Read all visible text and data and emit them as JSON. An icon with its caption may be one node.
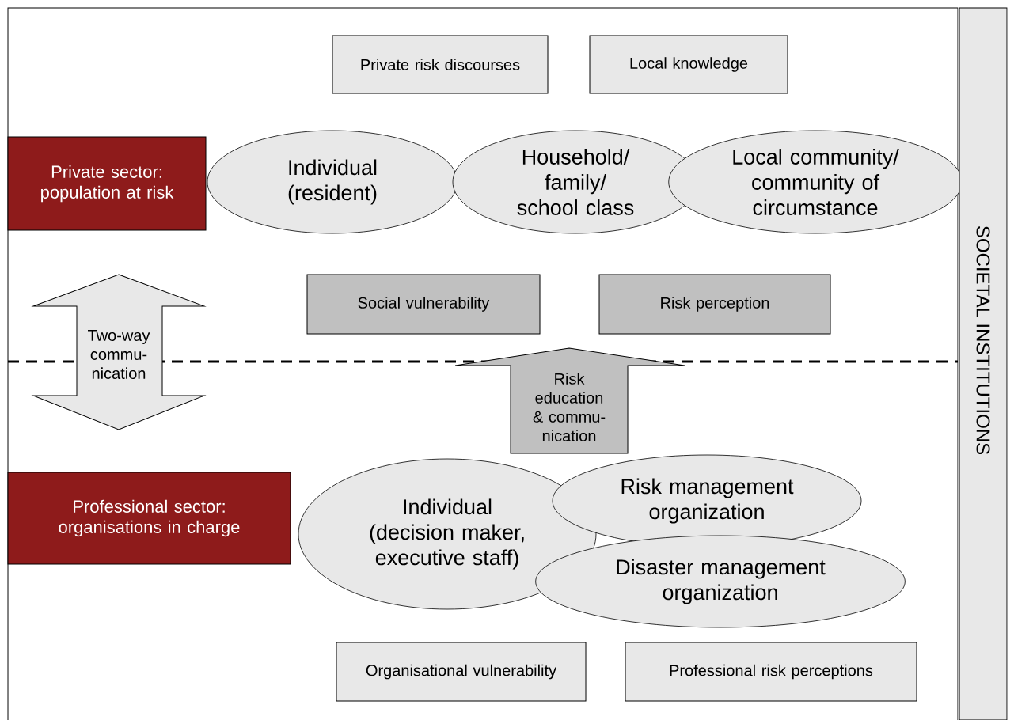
{
  "diagram": {
    "nodes": [
      {
        "text": [
          "Private risk discourses"
        ]
      },
      {
        "text": [
          "Local knowledge"
        ]
      },
      {
        "text": [
          "Private sector: population at risk"
        ]
      },
      {
        "text": [
          "Individual (resident)"
        ]
      },
      {
        "text": [
          "Household/ family/ school class"
        ]
      },
      {
        "text": [
          "Local community/ community of circumstance"
        ]
      },
      {
        "text": [
          "Two-way commu- nication"
        ]
      },
      {
        "text": [
          "Social vulnerability"
        ]
      },
      {
        "text": [
          "Risk perception"
        ]
      },
      {
        "text": [
          "Risk education & commu- nication"
        ]
      },
      {
        "text": [
          "Professional sector: organisations in charge"
        ]
      },
      {
        "text": [
          "Individual (decision maker, executive staff)"
        ]
      },
      {
        "text": [
          "Risk management organization"
        ]
      },
      {
        "text": [
          "Disaster management organization"
        ]
      },
      {
        "text": [
          "Organisational vulnerability"
        ]
      },
      {
        "text": [
          "Professional risk perceptions"
        ]
      },
      {
        "text": [
          "SOCIETAL INSTITUTIONS"
        ]
      }
    ]
  }
}
